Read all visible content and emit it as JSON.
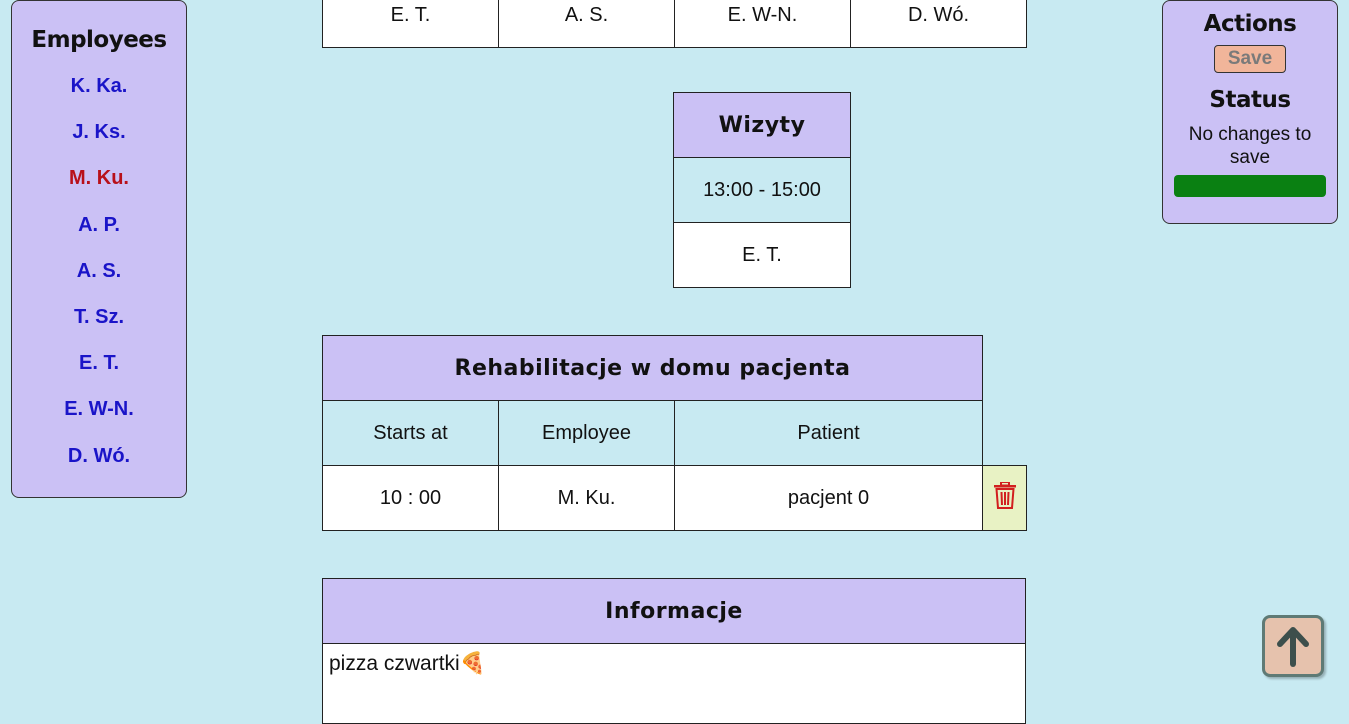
{
  "sidebar": {
    "title": "Employees",
    "items": [
      {
        "label": "K. Ka."
      },
      {
        "label": "J. Ks."
      },
      {
        "label": "M. Ku."
      },
      {
        "label": "A. P."
      },
      {
        "label": "A. S."
      },
      {
        "label": "T. Sz."
      },
      {
        "label": "E. T."
      },
      {
        "label": "E. W-N."
      },
      {
        "label": "D. Wó."
      }
    ]
  },
  "actions": {
    "title": "Actions",
    "save_label": "Save",
    "status_title": "Status",
    "status_text": "No changes to save",
    "status_color": "#0a8012"
  },
  "top_table": {
    "cells": [
      "E. T.",
      "A. S.",
      "E. W-N.",
      "D. Wó."
    ]
  },
  "wizyty": {
    "title": "Wizyty",
    "time": "13:00 - 15:00",
    "employee": "E. T."
  },
  "rehab": {
    "title": "Rehabilitacje w domu pacjenta",
    "headers": [
      "Starts at",
      "Employee",
      "Patient"
    ],
    "row": {
      "starts_at": "10 : 00",
      "employee": "M. Ku.",
      "patient": "pacjent 0",
      "delete_icon": "trash-icon"
    }
  },
  "info": {
    "title": "Informacje",
    "note": "pizza czwartki🍕"
  },
  "scroll_top": {
    "icon": "arrow-up-icon"
  },
  "colors": {
    "background": "#c8eaf2",
    "panel": "#cbc1f5",
    "link": "#1a14c8",
    "active_link": "#b8101a",
    "delete_red": "#d21f1f"
  }
}
